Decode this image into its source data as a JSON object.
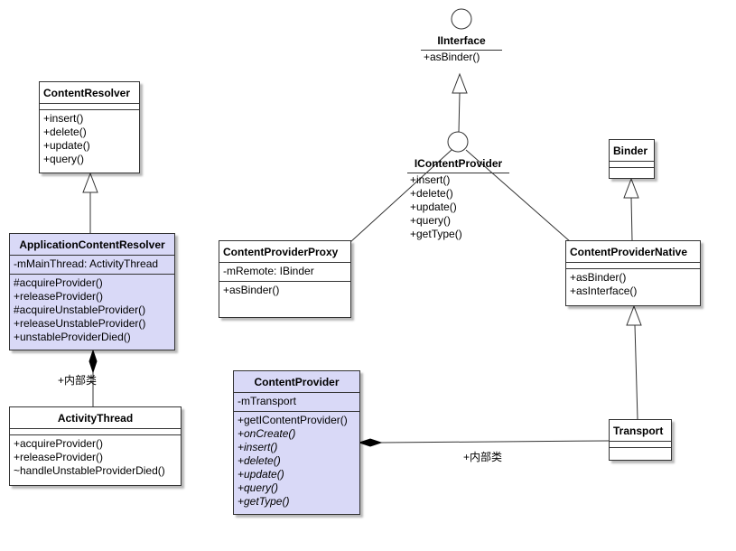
{
  "classes": {
    "content_resolver": {
      "name": "ContentResolver",
      "methods": [
        "+insert()",
        "+delete()",
        "+update()",
        "+query()"
      ]
    },
    "application_content_resolver": {
      "name": "ApplicationContentResolver",
      "attributes": [
        "-mMainThread: ActivityThread"
      ],
      "methods": [
        "#acquireProvider()",
        "+releaseProvider()",
        "#acquireUnstableProvider()",
        "+releaseUnstableProvider()",
        "+unstableProviderDied()"
      ]
    },
    "activity_thread": {
      "name": "ActivityThread",
      "methods": [
        "+acquireProvider()",
        "+releaseProvider()",
        "~handleUnstableProviderDied()"
      ]
    },
    "icontent_provider": {
      "name": "IContentProvider",
      "methods": [
        "+insert()",
        "+delete()",
        "+update()",
        "+query()",
        "+getType()"
      ]
    },
    "iinterface": {
      "name": "IInterface",
      "methods": [
        "+asBinder()"
      ]
    },
    "content_provider_proxy": {
      "name": "ContentProviderProxy",
      "attributes": [
        "-mRemote: IBinder"
      ],
      "methods": [
        "+asBinder()"
      ]
    },
    "binder": {
      "name": "Binder"
    },
    "content_provider_native": {
      "name": "ContentProviderNative",
      "methods": [
        "+asBinder()",
        "+asInterface()"
      ]
    },
    "content_provider": {
      "name": "ContentProvider",
      "attributes": [
        "-mTransport"
      ],
      "methods": [
        "+getIContentProvider()",
        "+onCreate()",
        "+insert()",
        "+delete()",
        "+update()",
        "+query()",
        "+getType()"
      ]
    },
    "transport": {
      "name": "Transport"
    }
  },
  "labels": {
    "inner_class_1": "+内部类",
    "inner_class_2": "+内部类"
  },
  "colors": {
    "highlight_fill": "#d9d9f7",
    "line": "#333333"
  }
}
